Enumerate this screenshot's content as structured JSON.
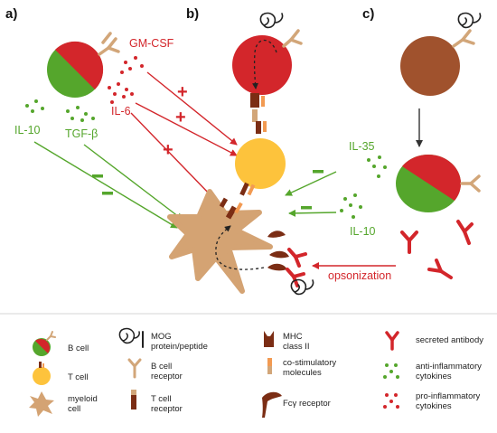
{
  "panels": {
    "a": "a)",
    "b": "b)",
    "c": "c)"
  },
  "cytokines": {
    "gmcsf": "GM-CSF",
    "il6": "IL-6",
    "il10_a": "IL-10",
    "tgfb": "TGF-β",
    "il35": "IL-35",
    "il10_b": "IL-10"
  },
  "signs": {
    "plus": "+",
    "minus": "−"
  },
  "opsonization": "opsonization",
  "legend": {
    "b_cell": "B cell",
    "t_cell": "T cell",
    "myeloid_cell": [
      "myeloid",
      "cell"
    ],
    "mog": [
      "MOG",
      "protein/peptide"
    ],
    "bcr": [
      "B cell",
      "receptor"
    ],
    "tcr": [
      "T cell",
      "receptor"
    ],
    "mhc": [
      "MHC",
      "class II"
    ],
    "costim": [
      "co-stimulatory",
      "molecules"
    ],
    "fcgr": "Fcγ receptor",
    "antibody": "secreted antibody",
    "anti_inflam": [
      "anti-inflammatory",
      "cytokines"
    ],
    "pro_inflam": [
      "pro-inflammatory",
      "cytokines"
    ]
  },
  "colors": {
    "red": "#d3262b",
    "green": "#55a62c",
    "brown": "#a0522d",
    "yellow": "#fdc33c",
    "tan": "#d4a373",
    "receptor_tan": "#d2a679",
    "tcr_brown": "#7b2d14"
  }
}
